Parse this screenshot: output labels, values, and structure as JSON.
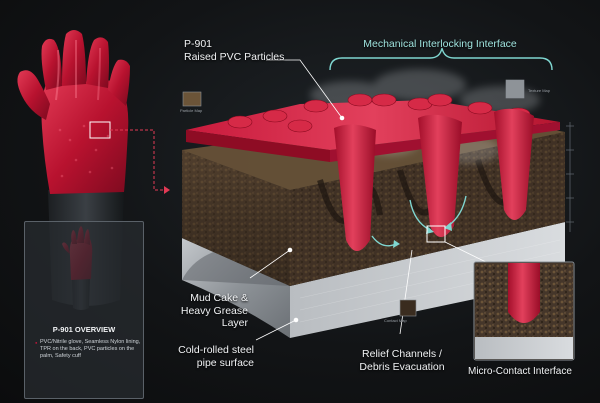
{
  "labels": {
    "particles_line1": "P-901",
    "particles_line2": "Raised PVC Particles",
    "interlock": "Mechanical Interlocking Interface",
    "mud_line1": "Mud Cake &",
    "mud_line2": "Heavy Grease Layer",
    "steel_line1": "Cold-rolled steel",
    "steel_line2": "pipe surface",
    "relief_line1": "Relief Channels /",
    "relief_line2": "Debris Evacuation",
    "micro": "Micro-Contact Interface"
  },
  "overview": {
    "title": "P-901 OVERVIEW",
    "description": "PVC/Nitrile glove, Seamless Nylon lining, TPR on the back, PVC particles on the palm, Safety cuff"
  },
  "thumbnails": {
    "left_caption": "Particle Map",
    "right_caption": "Texture Map",
    "bottom_caption": "Contact Map"
  },
  "colors": {
    "pvc_red": "#c2163a",
    "steel": "#9ea3a8",
    "mud": "#4a3b2a",
    "accent_teal": "#7fd6d0"
  }
}
